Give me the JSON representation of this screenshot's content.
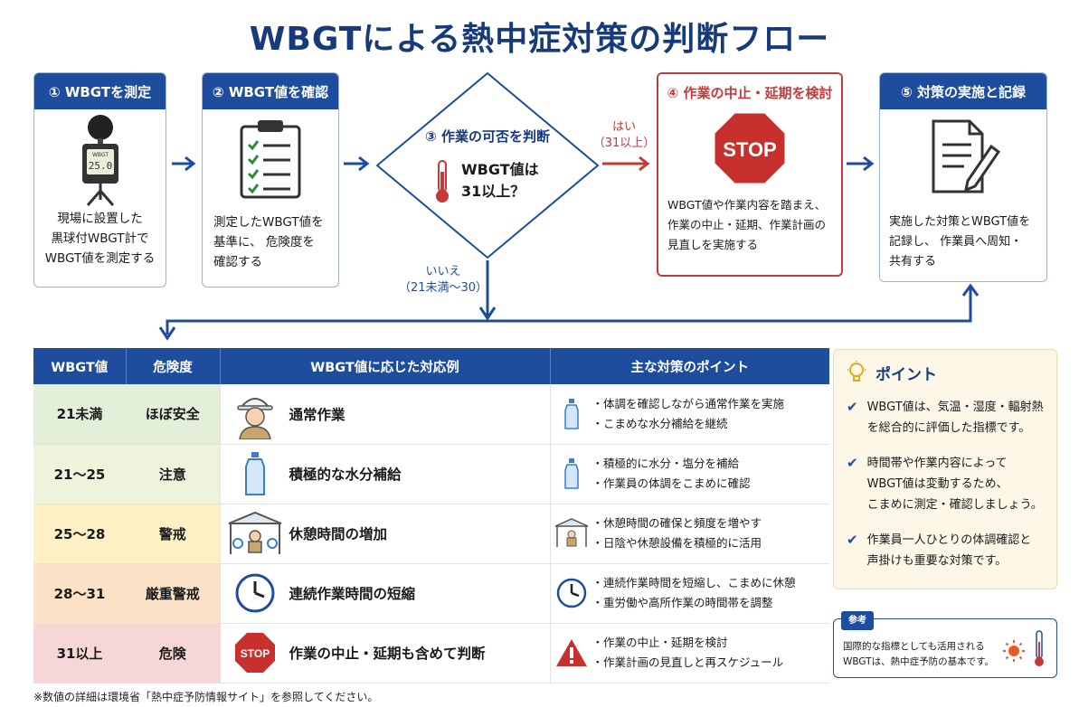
{
  "title": "WBGTによる熱中症対策の判断フロー",
  "steps": {
    "s1": {
      "title": "① WBGTを測定",
      "device_label": "WBGT",
      "device_value": "25.0",
      "body": [
        "現場に設置した",
        "黒球付WBGT計で",
        "WBGT値を測定する"
      ]
    },
    "s2": {
      "title": "② WBGT値を確認",
      "body": [
        "測定したWBGT値を",
        "基準に、 危険度を",
        "確認する"
      ]
    },
    "s3": {
      "title": "③ 作業の可否を判断",
      "question": [
        "WBGT値は",
        "31以上？"
      ],
      "yes_label": "はい",
      "yes_sub": "（31以上）",
      "no_label": "いいえ",
      "no_sub": "（21未満～30）"
    },
    "s4": {
      "title": "④ 作業の中止・延期を検討",
      "stop_text": "STOP",
      "body": [
        "WBGT値や作業内容を踏まえ、",
        "作業の中止・延期、作業計画の",
        "見直しを実施する"
      ]
    },
    "s5": {
      "title": "⑤ 対策の実施と記録",
      "body": [
        "実施した対策とWBGT値を",
        "記録し、 作業員へ周知・",
        "共有する"
      ]
    }
  },
  "table": {
    "headers": [
      "WBGT値",
      "危険度",
      "WBGT値に応じた対応例",
      "主な対策のポイント"
    ],
    "rows": [
      {
        "wbgt": "21未満",
        "risk": "ほぼ安全",
        "example": "通常作業",
        "points": [
          "・体調を確認しながら通常作業を実施",
          "・こまめな水分補給を継続"
        ],
        "color": "#e3efd9"
      },
      {
        "wbgt": "21～25",
        "risk": "注意",
        "example": "積極的な水分補給",
        "points": [
          "・積極的に水分・塩分を補給",
          "・作業員の体調をこまめに確認"
        ],
        "color": "#eef3dc"
      },
      {
        "wbgt": "25～28",
        "risk": "警戒",
        "example": "休憩時間の増加",
        "points": [
          "・休憩時間の確保と頻度を増やす",
          "・日陰や休憩設備を積極的に活用"
        ],
        "color": "#fcf0c4"
      },
      {
        "wbgt": "28～31",
        "risk": "厳重警戒",
        "example": "連続作業時間の短縮",
        "points": [
          "・連続作業時間を短縮し、こまめに休憩",
          "・重労働や高所作業の時間帯を調整"
        ],
        "color": "#fbe1c6"
      },
      {
        "wbgt": "31以上",
        "risk": "危険",
        "example": "作業の中止・延期も含めて判断",
        "stop_text": "STOP",
        "points": [
          "・作業の中止・延期を検討",
          "・作業計画の見直しと再スケジュール"
        ],
        "color": "#f6d6d6"
      }
    ]
  },
  "point": {
    "title": "ポイント",
    "items": [
      [
        "WBGT値は、気温・湿度・輻射熱",
        "を総合的に評価した指標です。"
      ],
      [
        "時間帯や作業内容によって",
        "WBGT値は変動するため、",
        "こまめに測定・確認しましょう。"
      ],
      [
        "作業員一人ひとりの体調確認と",
        "声掛けも重要な対策です。"
      ]
    ]
  },
  "reference": {
    "tag": "参考",
    "lines": [
      "国際的な指標としても活用される",
      "WBGTは、熱中症予防の基本です。"
    ]
  },
  "footnote": "※数値の詳細は環境省「熱中症予防情報サイト」を参照してください。",
  "colors": {
    "primary": "#1d4d9c",
    "title": "#173a7a",
    "danger": "#c43a3a"
  }
}
